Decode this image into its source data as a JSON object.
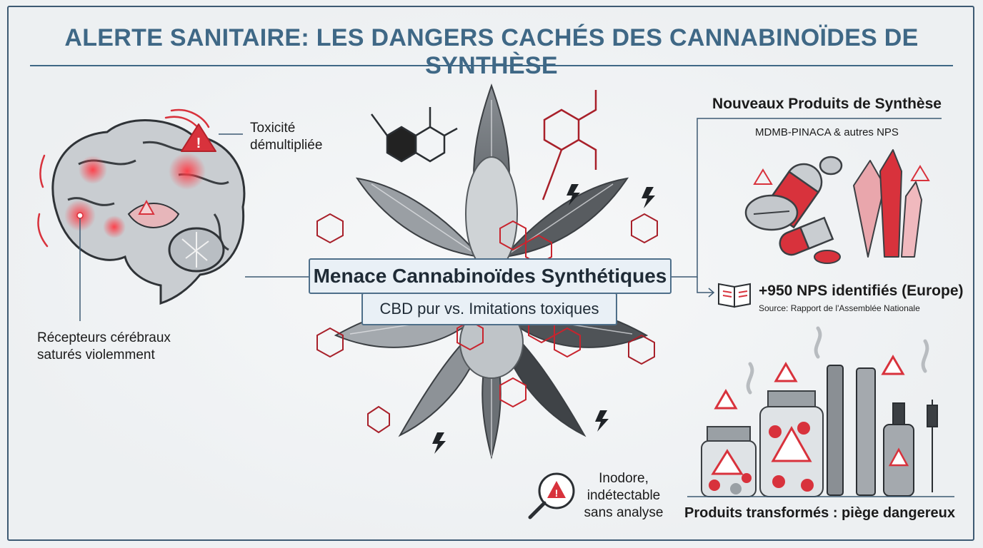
{
  "title": "ALERTE SANITAIRE: LES DANGERS CACHÉS DES CANNABINOÏDES DE SYNTHÈSE",
  "brain": {
    "toxicity_line1": "Toxicité",
    "toxicity_line2": "démultipliée",
    "receptors_line1": "Récepteurs cérébraux",
    "receptors_line2": "saturés violemment"
  },
  "center": {
    "headline": "Menace Cannabinoïdes Synthétiques",
    "subline": "CBD pur vs. Imitations toxiques"
  },
  "nps": {
    "title": "Nouveaux Produits de Synthèse",
    "subtitle": "MDMB-PINACA & autres NPS",
    "count_text": "+950 NPS identifiés (Europe)",
    "source_text": "Source: Rapport de l'Assemblée Nationale"
  },
  "detection": {
    "line1": "Inodore,",
    "line2": "indétectable",
    "line3": "sans analyse"
  },
  "products": {
    "caption": "Produits transformés : piège dangereux"
  },
  "colors": {
    "accent_red": "#d8323c",
    "title_blue": "#3f6886",
    "box_border": "#4e6f8a"
  }
}
